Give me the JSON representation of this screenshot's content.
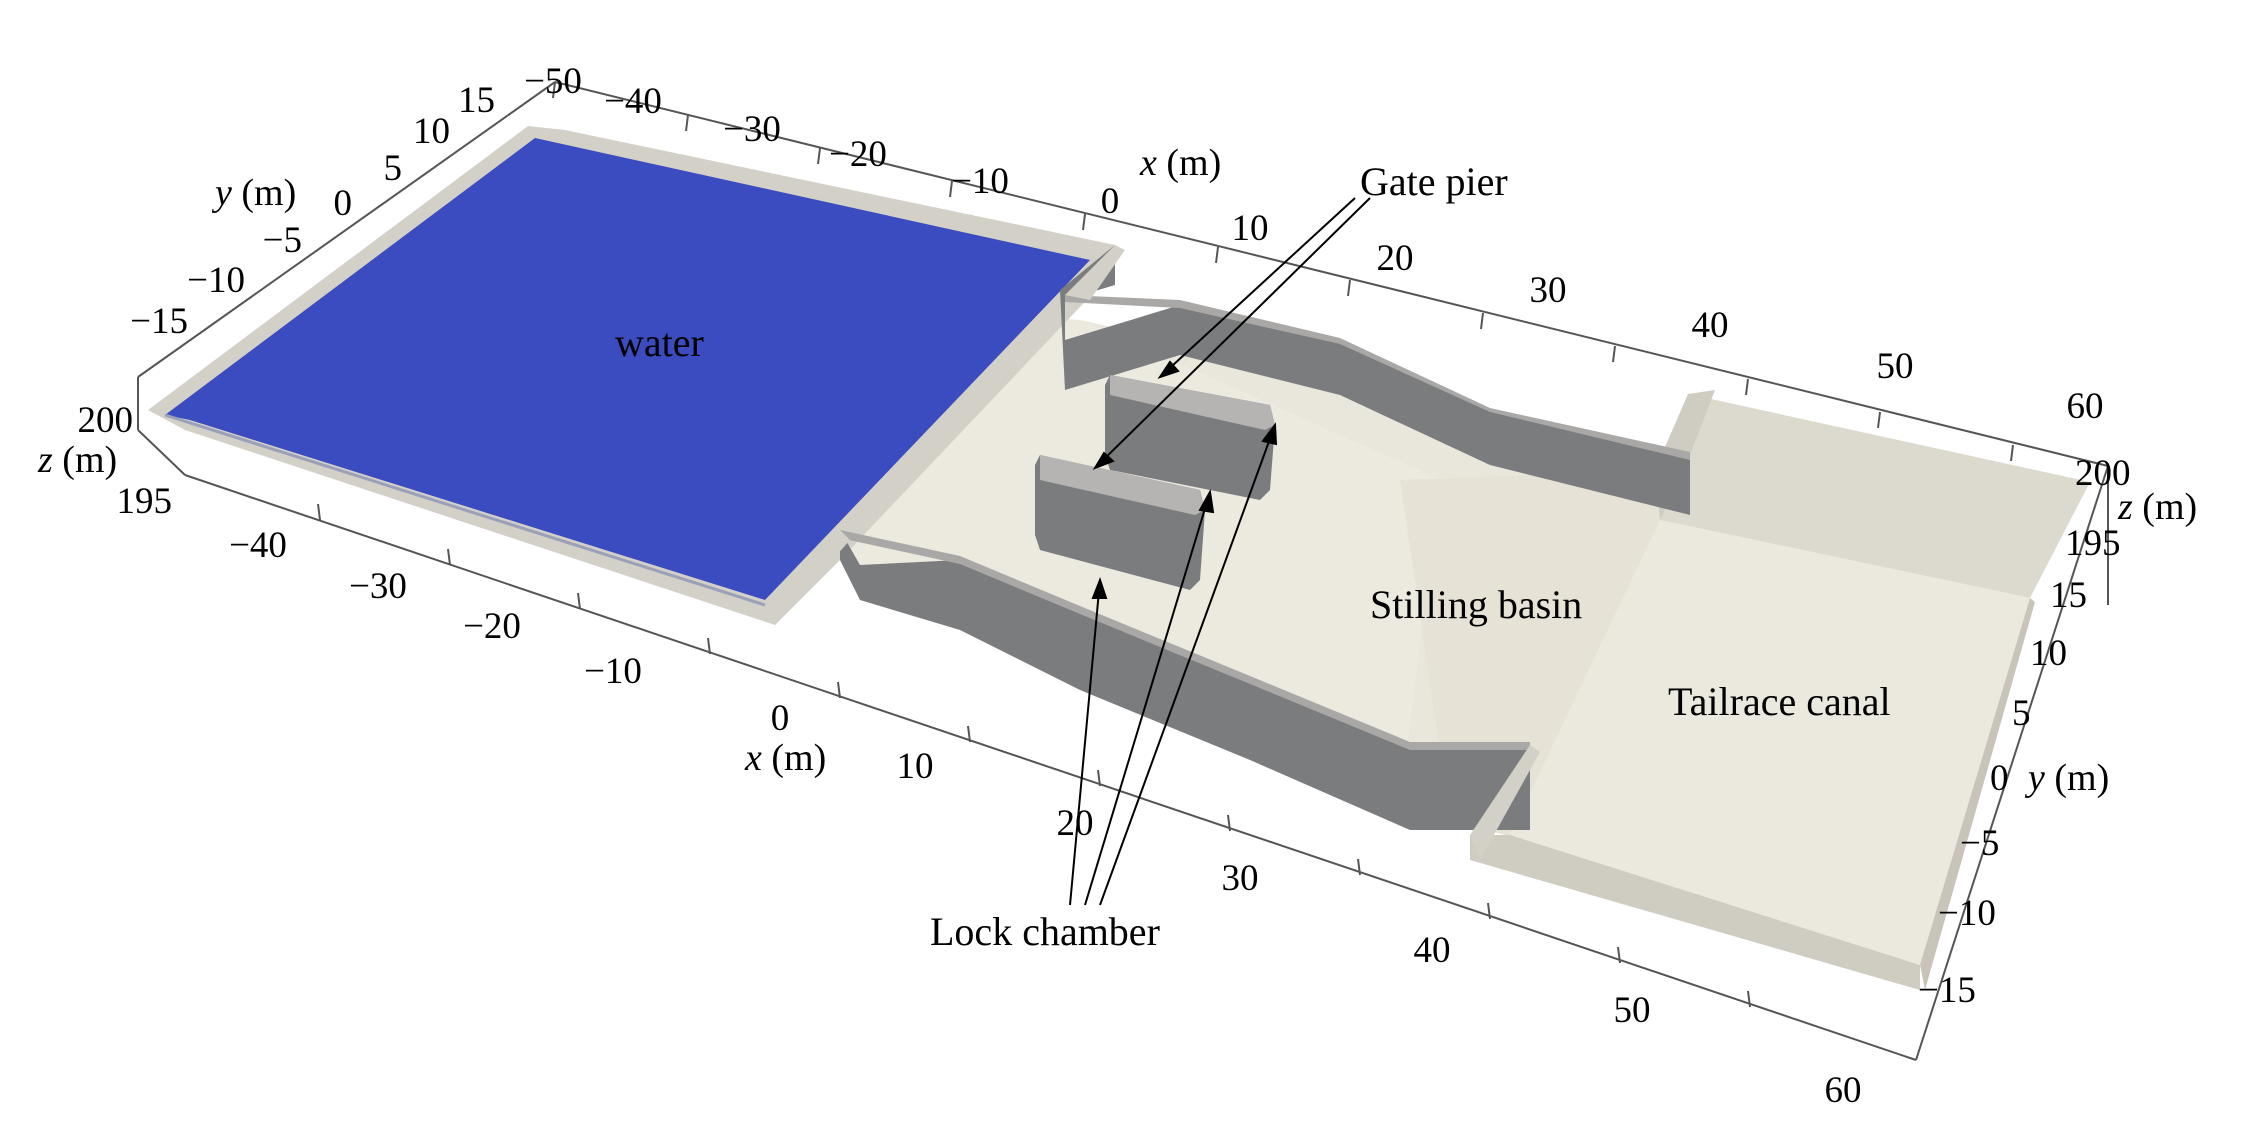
{
  "labels": {
    "water": "water",
    "gate_pier": "Gate pier",
    "lock_chamber": "Lock chamber",
    "stilling_basin": "Stilling basin",
    "tailrace_canal": "Tailrace canal"
  },
  "axes": {
    "x": {
      "var": "x",
      "unit": " (m)"
    },
    "y": {
      "var": "y",
      "unit": " (m)"
    },
    "z": {
      "var": "z",
      "unit": " (m)"
    },
    "x_top_ticks": [
      "−50",
      "−40",
      "−30",
      "−20",
      "−10",
      "0",
      "10",
      "20",
      "30",
      "40",
      "50",
      "60"
    ],
    "x_bottom_ticks": [
      "−40",
      "−30",
      "−20",
      "−10",
      "0",
      "10",
      "20",
      "30",
      "40",
      "50",
      "60"
    ],
    "y_left_ticks": [
      "15",
      "10",
      "5",
      "0",
      "−5",
      "−10",
      "−15"
    ],
    "y_right_ticks": [
      "15",
      "10",
      "5",
      "0",
      "−5",
      "−10",
      "−15"
    ],
    "z_left_ticks": [
      "200",
      "195"
    ],
    "z_right_ticks": [
      "200",
      "195"
    ]
  },
  "colors": {
    "water": "#3b4bc0",
    "wall_light": "#d6d3cb",
    "wall_dark": "#7a7b7d",
    "floor": "#ece9df",
    "axis_line": "#555555"
  }
}
